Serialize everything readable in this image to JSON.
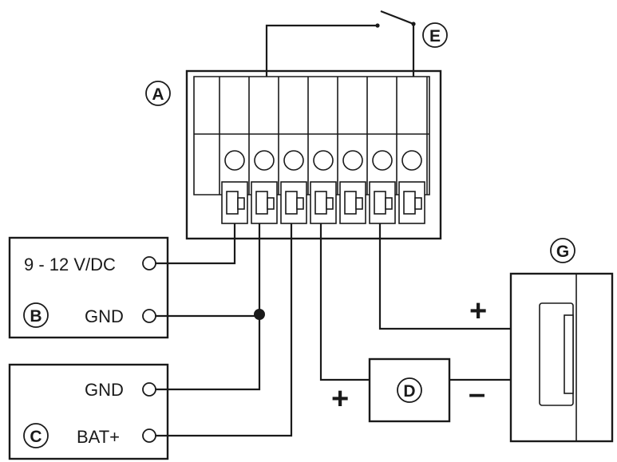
{
  "callouts": {
    "a": "A",
    "b": "B",
    "c": "C",
    "d": "D",
    "e": "E",
    "g": "G"
  },
  "module_b": {
    "supply_label": "9 - 12 V/DC",
    "gnd_label": "GND"
  },
  "module_c": {
    "gnd_label": "GND",
    "bat_label": "BAT+"
  },
  "signs": {
    "plus_g": "+",
    "minus_g": "–",
    "plus_d": "+"
  }
}
